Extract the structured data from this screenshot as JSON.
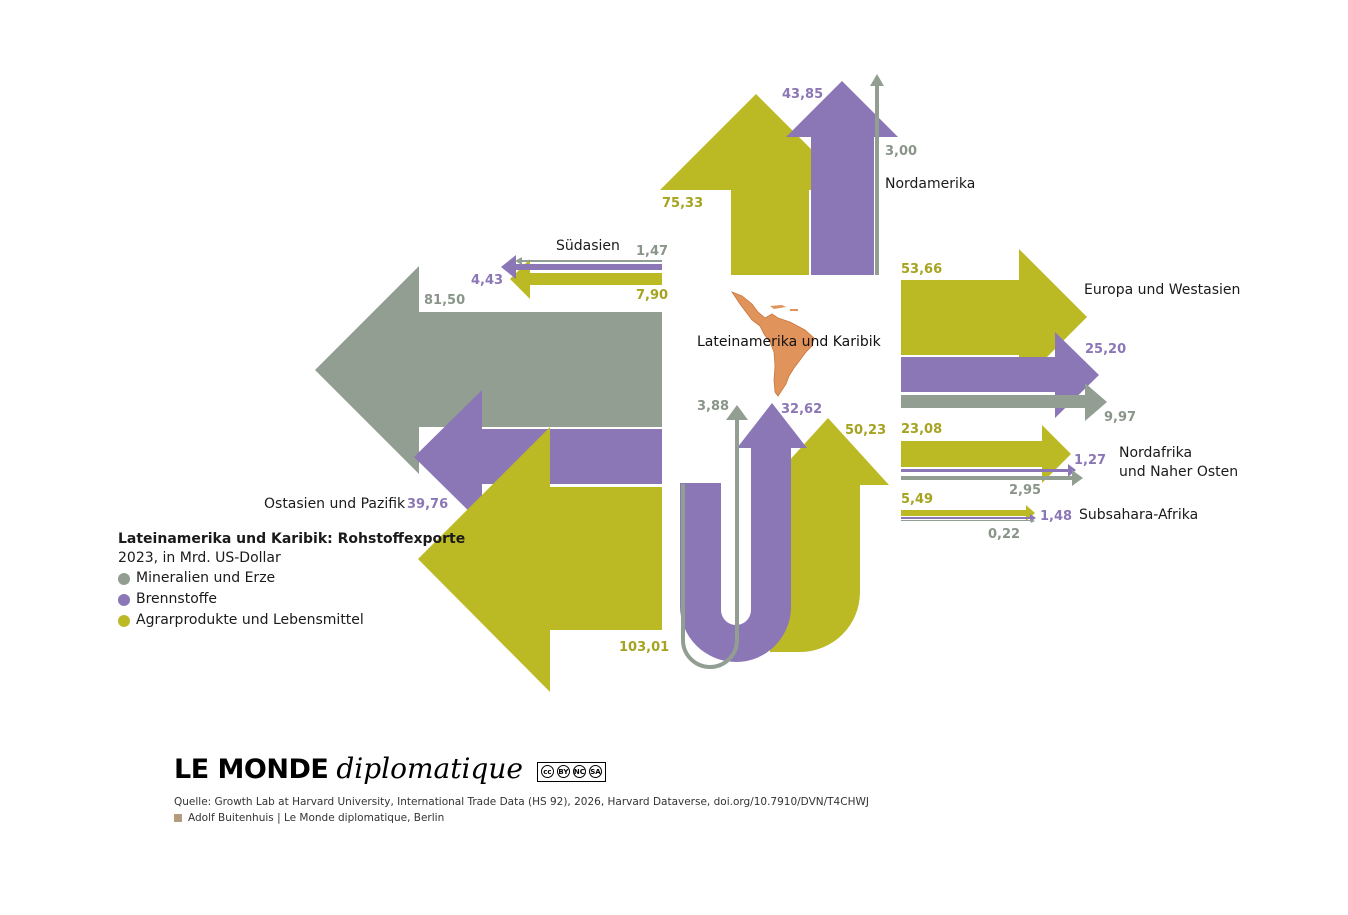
{
  "colors": {
    "minerals": "#929e91",
    "fuels": "#8b76b6",
    "agri": "#bbba24",
    "map": "#e0935a",
    "brand_square": "#b39d7c"
  },
  "center_label": "Lateinamerika und Karibik",
  "regions": {
    "nordamerika": "Nordamerika",
    "suedasien": "Südasien",
    "europa": "Europa und Westasien",
    "nordafrika_line1": "Nordafrika",
    "nordafrika_line2": "und Naher Osten",
    "subsahara": "Subsahara-Afrika",
    "ostasien": "Ostasien und Pazifik"
  },
  "legend": {
    "title": "Lateinamerika und Karibik: Rohstoffexporte",
    "subtitle": "2023, in Mrd. US-Dollar",
    "items": [
      {
        "label": "Mineralien und Erze",
        "color": "#929e91"
      },
      {
        "label": "Brennstoffe",
        "color": "#8b76b6"
      },
      {
        "label": "Agrarprodukte und Lebensmittel",
        "color": "#bbba24"
      }
    ]
  },
  "chart_data": {
    "type": "flow",
    "origin": "Lateinamerika und Karibik",
    "categories": [
      "Mineralien und Erze",
      "Brennstoffe",
      "Agrarprodukte und Lebensmittel"
    ],
    "unit": "Mrd. US-Dollar",
    "flows": [
      {
        "destination": "Nordamerika",
        "minerals": 3.0,
        "fuels": 43.85,
        "agri": 75.33
      },
      {
        "destination": "Südasien",
        "minerals": 1.47,
        "fuels": 4.43,
        "agri": 7.9
      },
      {
        "destination": "Europa und Westasien",
        "minerals": 9.97,
        "fuels": 25.2,
        "agri": 53.66
      },
      {
        "destination": "Nordafrika und Naher Osten",
        "minerals": 2.95,
        "fuels": 1.27,
        "agri": 23.08
      },
      {
        "destination": "Subsahara-Afrika",
        "minerals": 0.22,
        "fuels": 1.48,
        "agri": 5.49
      },
      {
        "destination": "Ostasien und Pazifik",
        "minerals": 81.5,
        "fuels": 39.76,
        "agri": 103.01
      },
      {
        "destination": "Lateinamerika und Karibik",
        "minerals": 3.88,
        "fuels": 32.62,
        "agri": 50.23
      }
    ],
    "value_labels": {
      "na_agri": "75,33",
      "na_fuels": "43,85",
      "na_min": "3,00",
      "sa_min": "1,47",
      "sa_fuels": "4,43",
      "sa_agri": "7,90",
      "eu_agri": "53,66",
      "eu_fuels": "25,20",
      "eu_min": "9,97",
      "nm_agri": "23,08",
      "nm_fuels": "1,27",
      "nm_min": "2,95",
      "ss_agri": "5,49",
      "ss_fuels": "1,48",
      "ss_min": "0,22",
      "ea_min": "81,50",
      "ea_fuels": "39,76",
      "ea_agri": "103,01",
      "la_min": "3,88",
      "la_fuels": "32,62",
      "la_agri": "50,23"
    }
  },
  "footer": {
    "brand_bold": "LE MONDE",
    "brand_italic": "diplomatique",
    "license": [
      "cc",
      "BY",
      "NC",
      "SA"
    ],
    "source": "Quelle: Growth Lab at Harvard University, International Trade Data (HS 92), 2026, Harvard Dataverse, doi.org/10.7910/DVN/T4CHWJ",
    "credit": "Adolf Buitenhuis | Le Monde diplomatique, Berlin"
  }
}
